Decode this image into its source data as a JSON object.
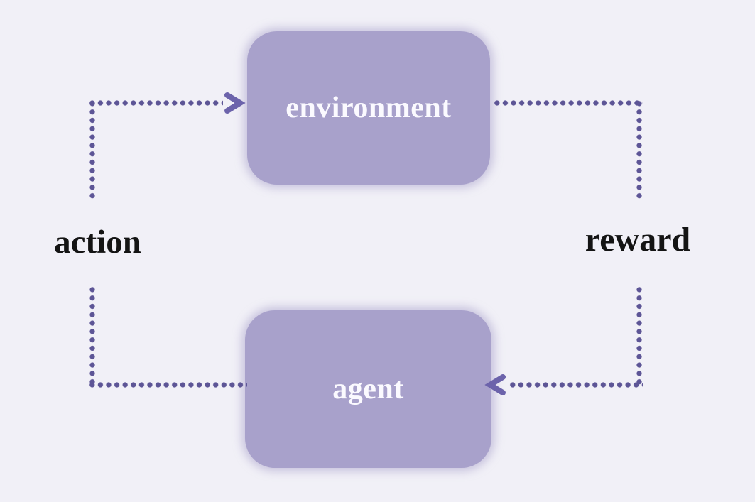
{
  "diagram": {
    "type": "flow-loop",
    "topic": "reinforcement learning loop",
    "nodes": [
      {
        "id": "environment",
        "label": "environment"
      },
      {
        "id": "agent",
        "label": "agent"
      }
    ],
    "edges": [
      {
        "id": "action",
        "label": "action",
        "from": "agent",
        "to": "environment",
        "side": "left",
        "style": "dotted",
        "arrowhead": "chevron-right-into-environment"
      },
      {
        "id": "reward",
        "label": "reward",
        "from": "environment",
        "to": "agent",
        "side": "right",
        "style": "dotted",
        "arrowhead": "chevron-left-into-agent"
      }
    ],
    "colors": {
      "background": "#f1f0f7",
      "node_fill": "#a8a1cb",
      "node_text": "#fbfaff",
      "dot_line": "#5d5596",
      "arrowhead": "#6c63ab",
      "label_text": "#141414"
    }
  }
}
